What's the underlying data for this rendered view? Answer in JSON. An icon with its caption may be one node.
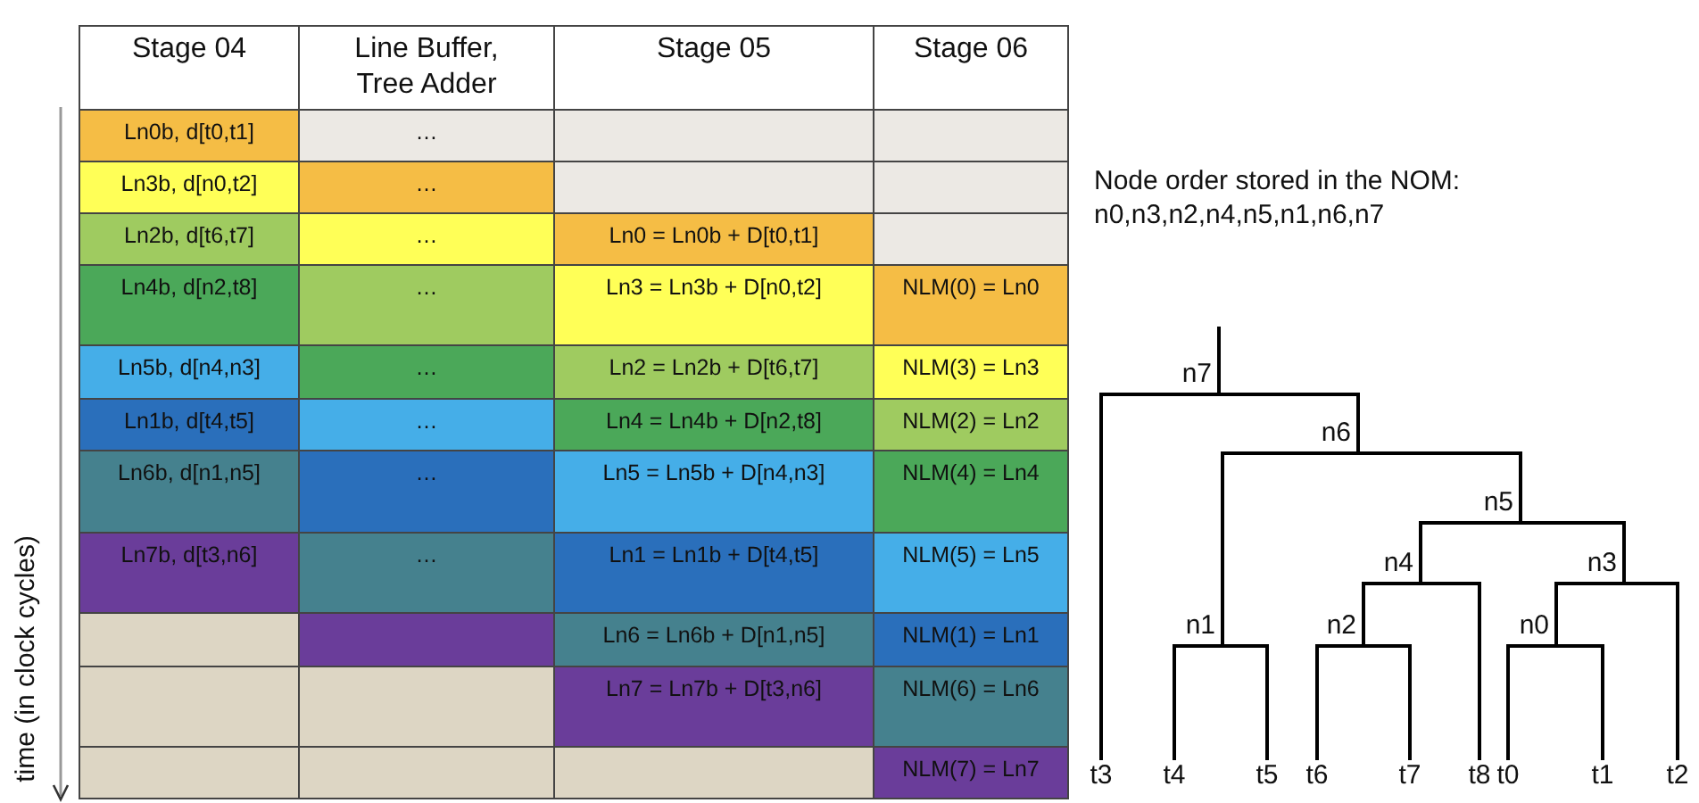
{
  "diagram": {
    "nodes": [
      {
        "text": [
          "n7"
        ]
      },
      {
        "text": [
          "n6"
        ]
      },
      {
        "text": [
          "n5"
        ]
      },
      {
        "text": [
          "n4"
        ]
      },
      {
        "text": [
          "n3"
        ]
      },
      {
        "text": [
          "n1"
        ]
      },
      {
        "text": [
          "n2"
        ]
      },
      {
        "text": [
          "n0"
        ]
      },
      {
        "text": [
          "t3"
        ]
      },
      {
        "text": [
          "t4"
        ]
      },
      {
        "text": [
          "t5"
        ]
      },
      {
        "text": [
          "t6"
        ]
      },
      {
        "text": [
          "t7"
        ]
      },
      {
        "text": [
          "t8"
        ]
      },
      {
        "text": [
          "t0"
        ]
      },
      {
        "text": [
          "t1"
        ]
      },
      {
        "text": [
          "t2"
        ]
      }
    ],
    "edges": [
      {
        "from": null,
        "to": 0,
        "arrow": "none"
      },
      {
        "from": 0,
        "to": 8,
        "arrow": "none"
      },
      {
        "from": 0,
        "to": 1,
        "arrow": "none"
      },
      {
        "from": 1,
        "to": 5,
        "arrow": "none"
      },
      {
        "from": 1,
        "to": 2,
        "arrow": "none"
      },
      {
        "from": 2,
        "to": 3,
        "arrow": "none"
      },
      {
        "from": 2,
        "to": 4,
        "arrow": "none"
      },
      {
        "from": 3,
        "to": 6,
        "arrow": "none"
      },
      {
        "from": 3,
        "to": 13,
        "arrow": "none"
      },
      {
        "from": 4,
        "to": 7,
        "arrow": "none"
      },
      {
        "from": 4,
        "to": 16,
        "arrow": "none"
      },
      {
        "from": 5,
        "to": 9,
        "arrow": "none"
      },
      {
        "from": 5,
        "to": 10,
        "arrow": "none"
      },
      {
        "from": 6,
        "to": 11,
        "arrow": "none"
      },
      {
        "from": 6,
        "to": 12,
        "arrow": "none"
      },
      {
        "from": 7,
        "to": 14,
        "arrow": "none"
      },
      {
        "from": 7,
        "to": 15,
        "arrow": "none"
      }
    ],
    "labels": [
      "Stage 04",
      "Line Buffer, Tree Adder",
      "Stage 05",
      "Stage 06",
      "Ln0b, d[t0,t1]",
      "…",
      "Ln3b, d[n0,t2]",
      "…",
      "Ln2b, d[t6,t7]",
      "…",
      "Ln0 = Ln0b + D[t0,t1]",
      "Ln4b, d[n2,t8]",
      "…",
      "Ln3 = Ln3b + D[n0,t2]",
      "NLM(0) = Ln0",
      "Ln5b, d[n4,n3]",
      "…",
      "Ln2 = Ln2b + D[t6,t7]",
      "NLM(3) = Ln3",
      "Ln1b, d[t4,t5]",
      "…",
      "Ln4 = Ln4b + D[n2,t8]",
      "NLM(2) = Ln2",
      "Ln6b, d[n1,n5]",
      "…",
      "Ln5 = Ln5b + D[n4,n3]",
      "NLM(4) = Ln4",
      "Ln7b, d[t3,n6]",
      "…",
      "Ln1 = Ln1b + D[t4,t5]",
      "NLM(5) = Ln5",
      "Ln6 = Ln6b + D[n1,n5]",
      "NLM(1) = Ln1",
      "Ln7 = Ln7b + D[t3,n6]",
      "NLM(6) = Ln6",
      "NLM(7) = Ln7",
      "time (in clock cycles)",
      "Node order stored in the NOM: n0,n3,n2,n4,n5,n1,n6,n7"
    ]
  }
}
